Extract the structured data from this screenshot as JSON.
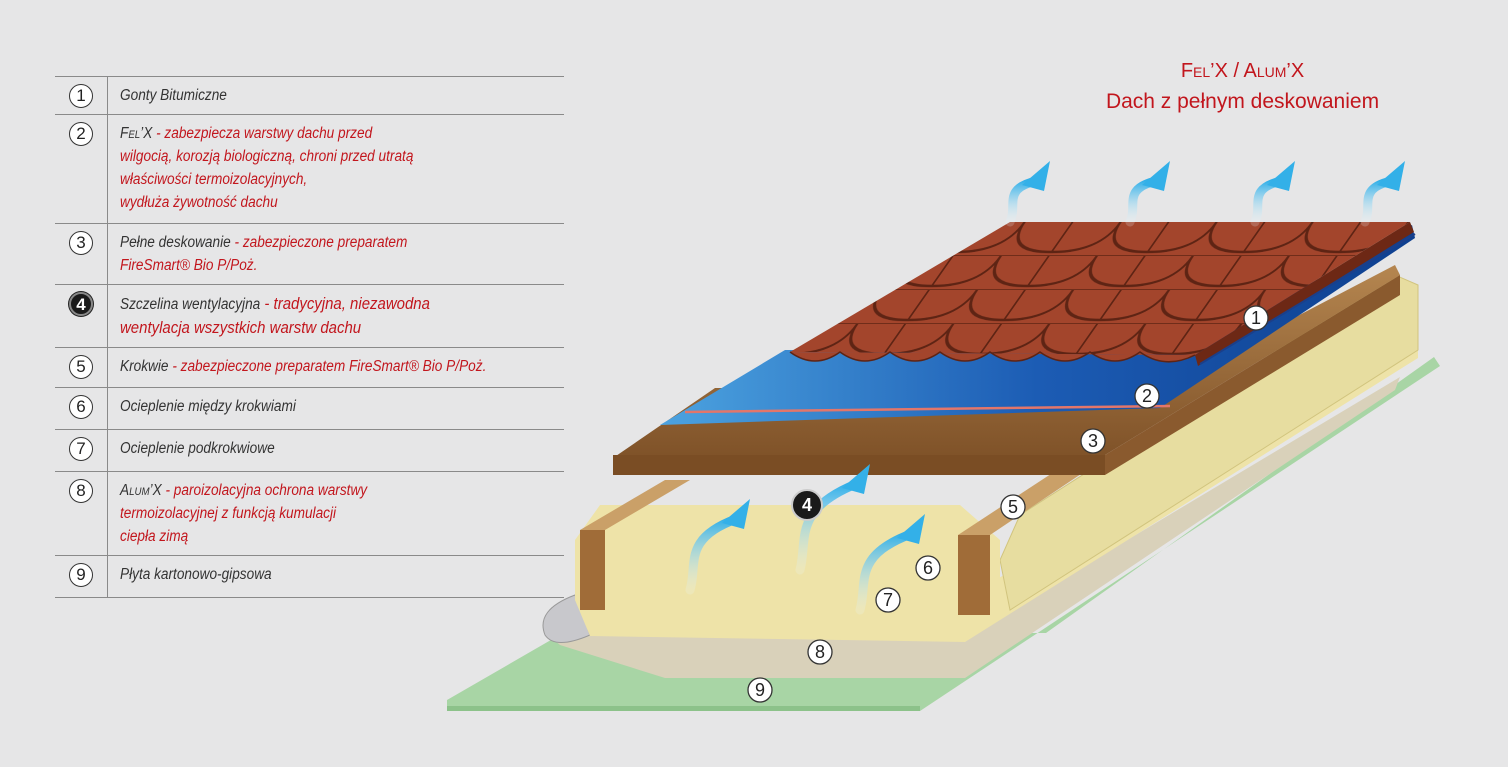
{
  "title": {
    "line1": "Fel’X / Alum’X",
    "line2": "Dach z pełnym deskowaniem"
  },
  "legend": [
    {
      "num": "1",
      "parts": [
        {
          "t": "Gonty Bitumiczne",
          "c": "k"
        }
      ]
    },
    {
      "num": "2",
      "lines": [
        [
          {
            "t": "Fel’X",
            "c": "k",
            "sc": true
          },
          {
            "t": " - zabezpiecza warstwy dachu przed",
            "c": "r"
          }
        ],
        [
          {
            "t": "wilgocią, korozją biologiczną, chroni przed utratą",
            "c": "r"
          }
        ],
        [
          {
            "t": "właściwości termoizolacyjnych,",
            "c": "r"
          }
        ],
        [
          {
            "t": "wydłuża żywotność dachu",
            "c": "r"
          }
        ]
      ]
    },
    {
      "num": "3",
      "lines": [
        [
          {
            "t": "Pełne deskowanie",
            "c": "k"
          },
          {
            "t": " - zabezpieczone preparatem",
            "c": "r"
          }
        ],
        [
          {
            "t": "FireSmart® Bio P/Poż.",
            "c": "r"
          }
        ]
      ]
    },
    {
      "num": "4",
      "dark": true,
      "lines": [
        [
          {
            "t": "Szczelina wentylacyjna",
            "c": "k"
          },
          {
            "t": " - tradycyjna, niezawodna",
            "c": "r",
            "big": true
          }
        ],
        [
          {
            "t": "wentylacja wszystkich warstw dachu",
            "c": "r",
            "big": true
          }
        ]
      ]
    },
    {
      "num": "5",
      "lines": [
        [
          {
            "t": "Krokwie",
            "c": "k"
          },
          {
            "t": " - zabezpieczone preparatem FireSmart® Bio P/Poż.",
            "c": "r"
          }
        ]
      ]
    },
    {
      "num": "6",
      "lines": [
        [
          {
            "t": "Ocieplenie między krokwiami",
            "c": "k"
          }
        ]
      ]
    },
    {
      "num": "7",
      "lines": [
        [
          {
            "t": "Ocieplenie podkrokwiowe",
            "c": "k"
          }
        ]
      ]
    },
    {
      "num": "8",
      "lines": [
        [
          {
            "t": "Alum’X",
            "c": "k",
            "sc": true
          },
          {
            "t": " - paroizolacyjna ochrona warstwy",
            "c": "r"
          }
        ],
        [
          {
            "t": "termoizolacyjnej z funkcją kumulacji",
            "c": "r"
          }
        ],
        [
          {
            "t": "ciepła zimą",
            "c": "r"
          }
        ]
      ]
    },
    {
      "num": "9",
      "lines": [
        [
          {
            "t": "Płyta kartonowo-gipsowa",
            "c": "k"
          }
        ]
      ]
    }
  ],
  "markers": [
    "1",
    "2",
    "3",
    "4",
    "5",
    "6",
    "7",
    "8",
    "9"
  ],
  "colors": {
    "accent": "#c2161d",
    "shingle": "#a0432a",
    "membrane": "#1f5fb0",
    "wood": "#9a6a3c",
    "insulation": "#e9dfa2",
    "gypsum": "#a6d4a4",
    "air": "#39b2e6"
  }
}
